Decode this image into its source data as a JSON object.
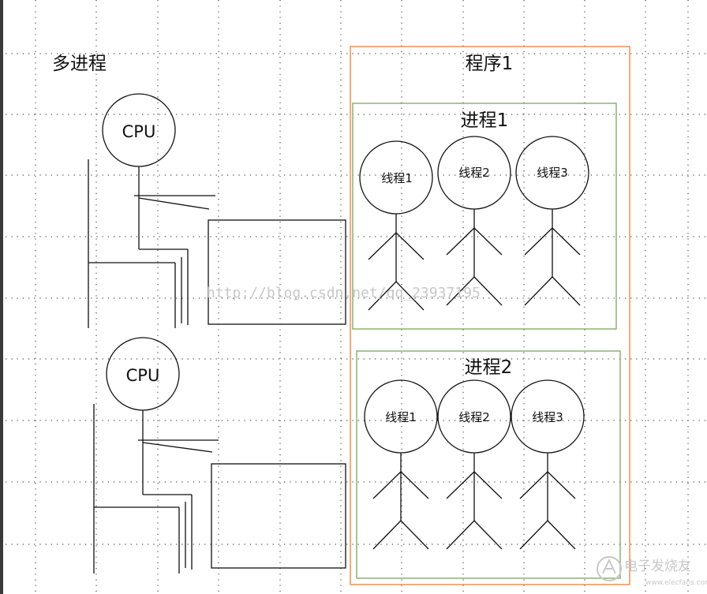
{
  "title": "多进程",
  "cpus": [
    {
      "label": "CPU"
    },
    {
      "label": "CPU"
    }
  ],
  "program": {
    "label": "程序1",
    "processes": [
      {
        "label": "进程1",
        "threads": [
          "线程1",
          "线程2",
          "线程3"
        ]
      },
      {
        "label": "进程2",
        "threads": [
          "线程1",
          "线程2",
          "线程3"
        ]
      }
    ]
  },
  "watermark": {
    "url": "http://blog.csdn.net/qq_23937195",
    "logo_text": "电子发烧友",
    "logo_sub": "www.elecfans.com"
  },
  "colors": {
    "program_border": "#ef7f3a",
    "process_border": "#78a85a",
    "stroke": "#111111",
    "grid_dot": "#4a4a4a",
    "watermark": "#c8c8c8"
  }
}
